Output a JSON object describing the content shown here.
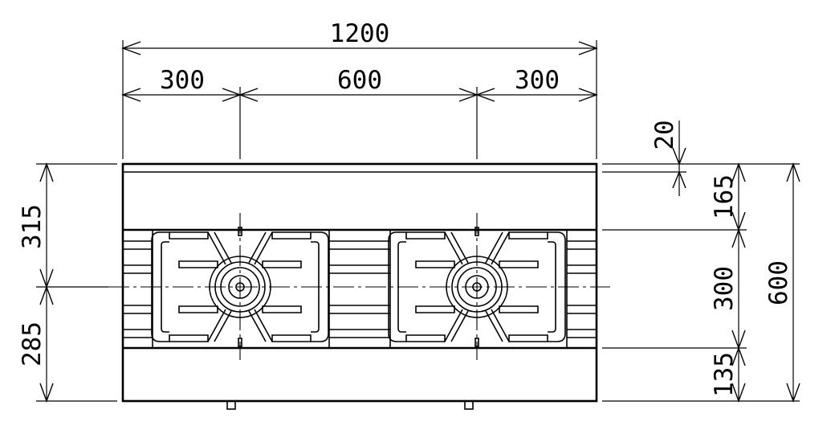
{
  "dimensions": {
    "overall_width": "1200",
    "left_section": "300",
    "middle_section": "600",
    "right_section": "300",
    "top_strip": "20",
    "top_panel": "165",
    "grate_zone": "300",
    "bottom_panel": "135",
    "overall_depth": "600",
    "front_to_center": "315",
    "center_to_back": "285"
  },
  "colors": {
    "line": "#000000",
    "background": "#ffffff"
  }
}
